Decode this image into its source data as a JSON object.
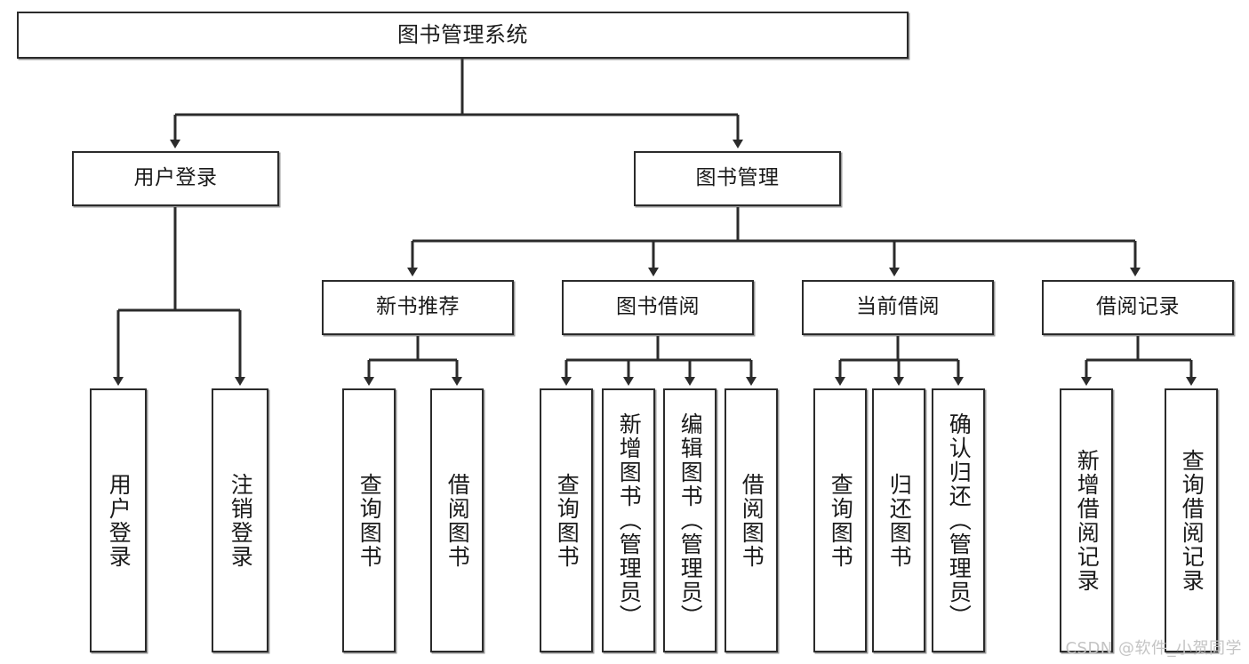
{
  "diagram": {
    "title": "图书管理系统",
    "type": "tree-hierarchy-diagram",
    "root": {
      "label": "图书管理系统"
    },
    "level2": [
      {
        "label": "用户登录"
      },
      {
        "label": "图书管理"
      }
    ],
    "level3": [
      {
        "label": "新书推荐"
      },
      {
        "label": "图书借阅"
      },
      {
        "label": "当前借阅"
      },
      {
        "label": "借阅记录"
      }
    ],
    "leaves": {
      "user_login": [
        {
          "label": "用户登录"
        },
        {
          "label": "注销登录"
        }
      ],
      "new_book_recommend": [
        {
          "label": "查询图书"
        },
        {
          "label": "借阅图书"
        }
      ],
      "book_borrow": [
        {
          "label": "查询图书"
        },
        {
          "label": "新增图书（管理员）"
        },
        {
          "label": "编辑图书（管理员）"
        },
        {
          "label": "借阅图书"
        }
      ],
      "current_borrow": [
        {
          "label": "查询图书"
        },
        {
          "label": "归还图书"
        },
        {
          "label": "确认归还（管理员）"
        }
      ],
      "borrow_record": [
        {
          "label": "新增借阅记录"
        },
        {
          "label": "查询借阅记录"
        }
      ]
    }
  },
  "watermark": {
    "text": "CSDN @软件_小贺同学"
  },
  "colors": {
    "stroke": "#2b2b2b",
    "box_fill": "#ffffff",
    "text": "#1a1a1a",
    "watermark": "#c4c4c4"
  }
}
